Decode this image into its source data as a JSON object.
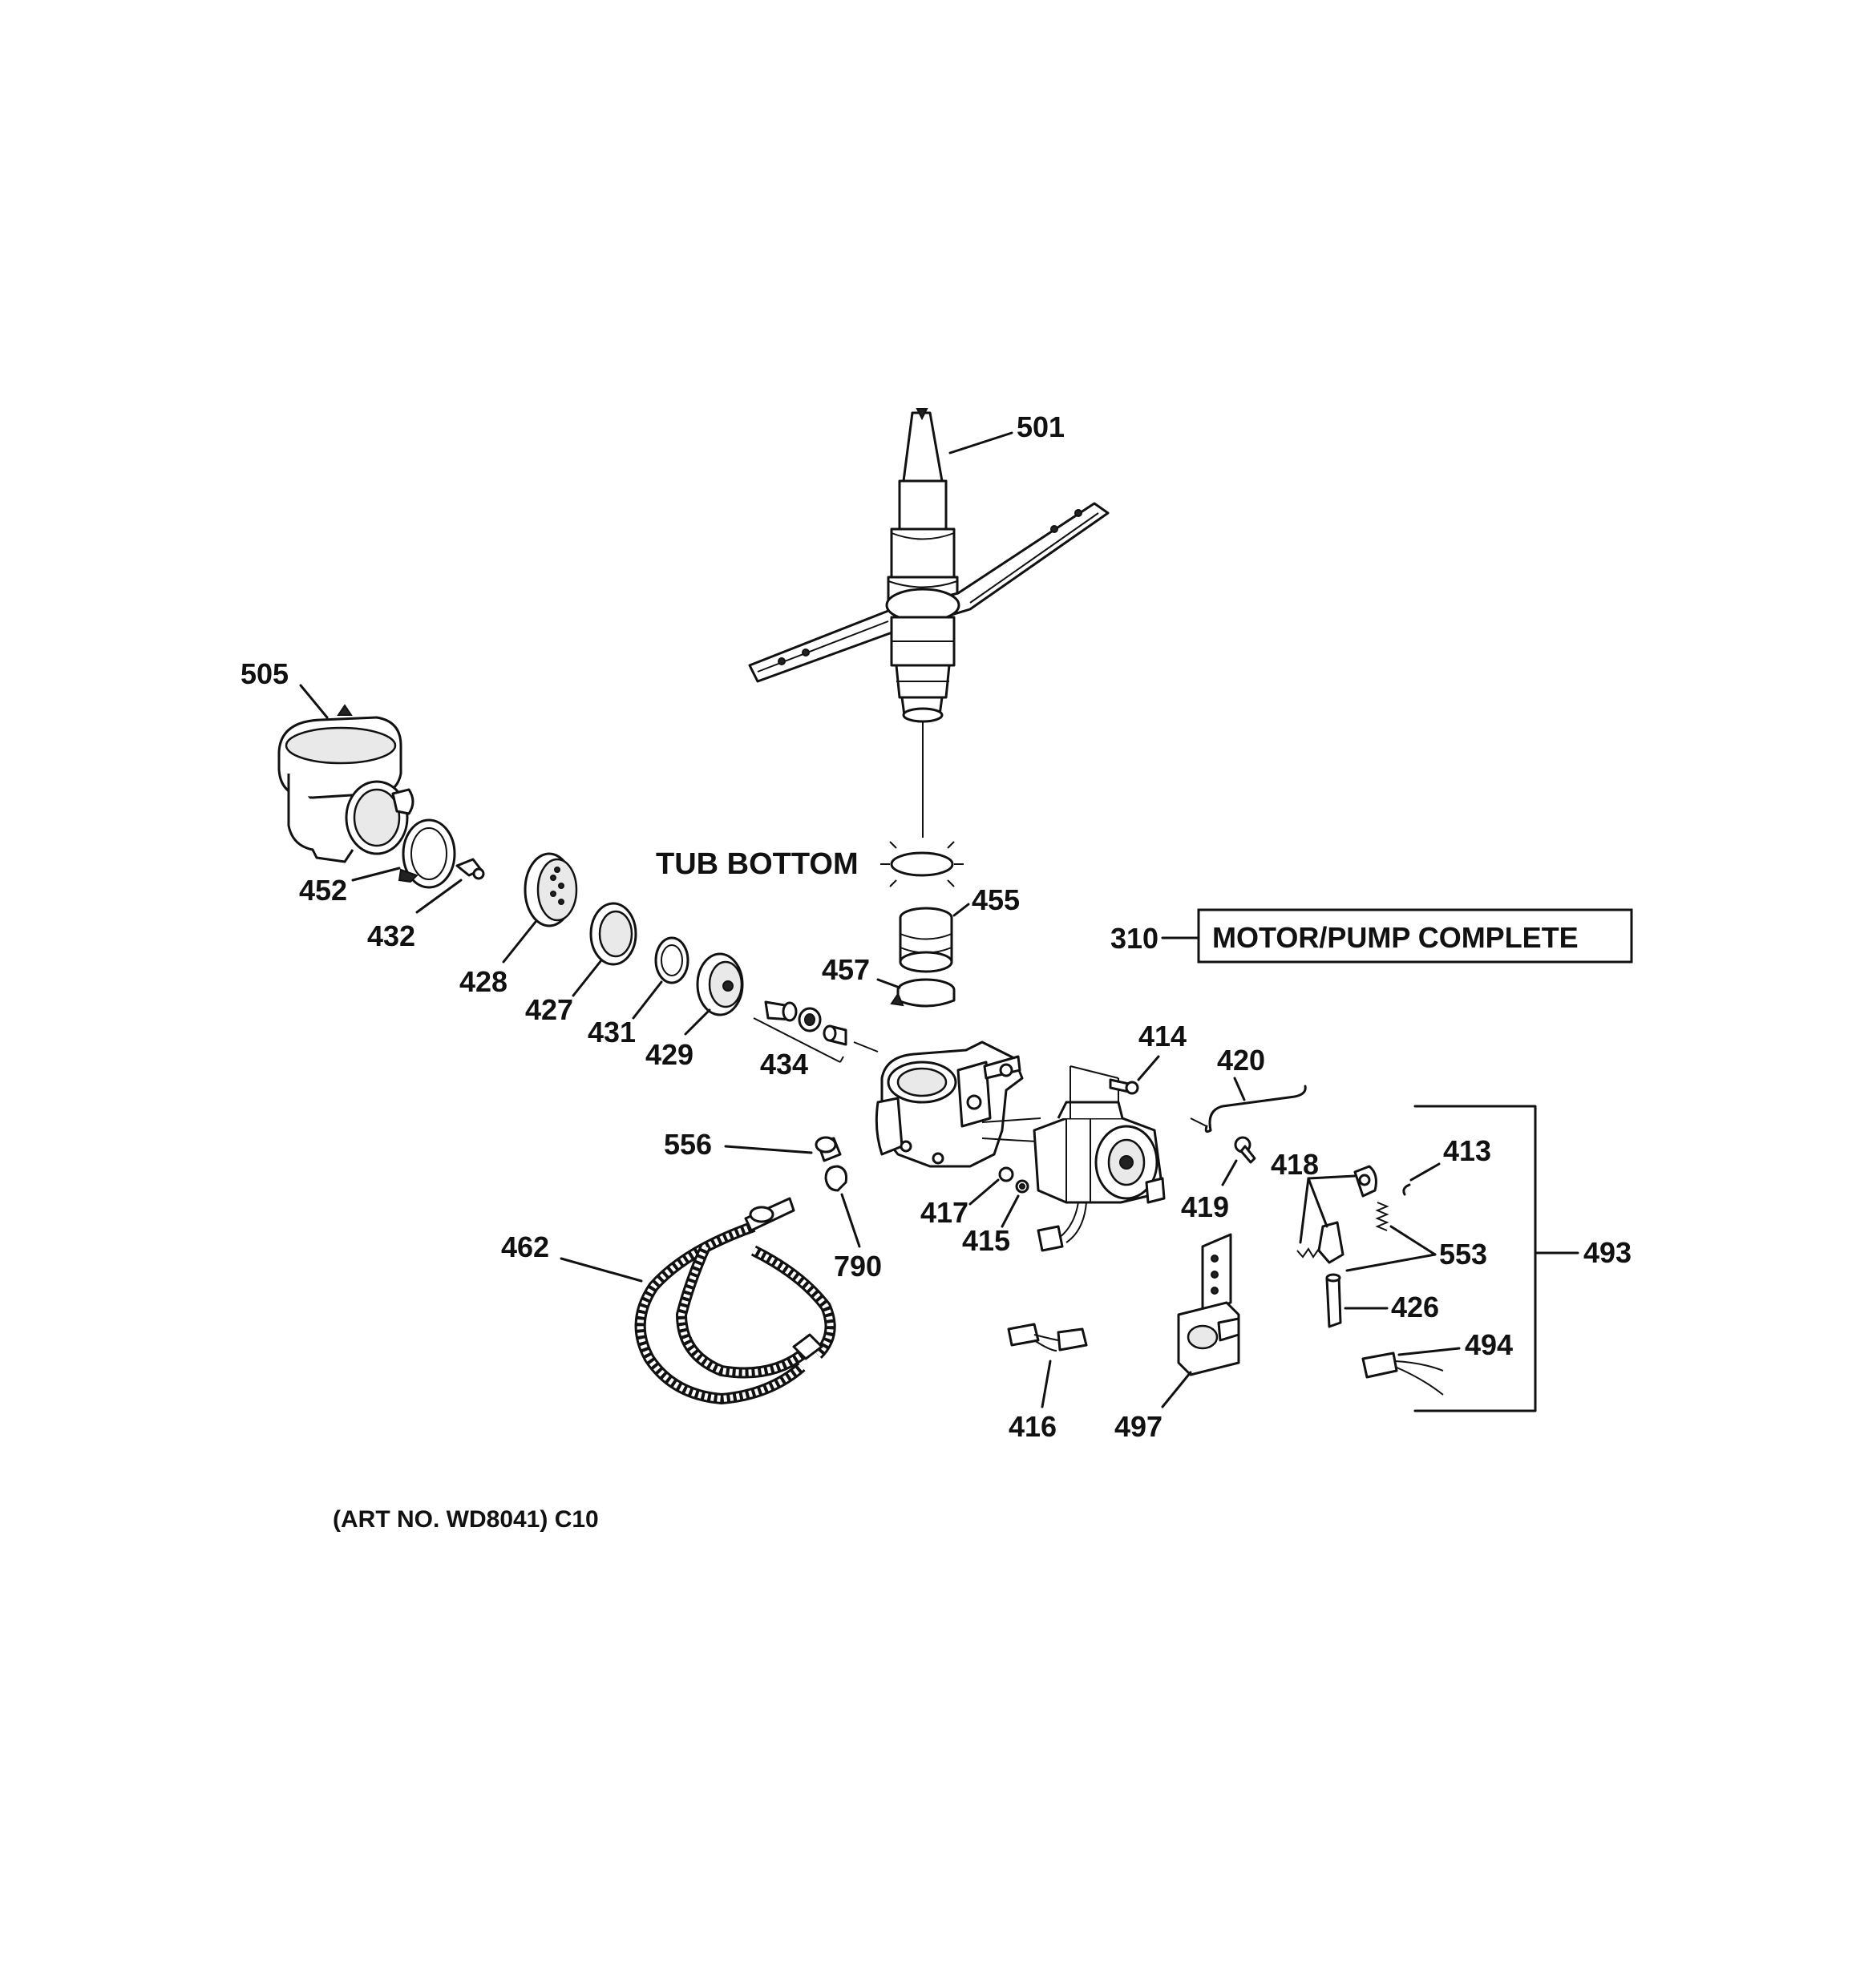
{
  "labels": {
    "p501": "501",
    "p505": "505",
    "p452": "452",
    "p432": "432",
    "p428": "428",
    "p427": "427",
    "p431": "431",
    "p429": "429",
    "p434": "434",
    "p455": "455",
    "p457": "457",
    "p310": "310",
    "p414": "414",
    "p420": "420",
    "p418": "418",
    "p413": "413",
    "p556": "556",
    "p790": "790",
    "p417": "417",
    "p415": "415",
    "p419": "419",
    "p553": "553",
    "p493": "493",
    "p462": "462",
    "p426": "426",
    "p494": "494",
    "p416": "416",
    "p497": "497"
  },
  "annotations": {
    "tub_bottom": "TUB BOTTOM",
    "motor_pump_complete": "MOTOR/PUMP COMPLETE",
    "art_no": "(ART NO. WD8041) C10"
  }
}
